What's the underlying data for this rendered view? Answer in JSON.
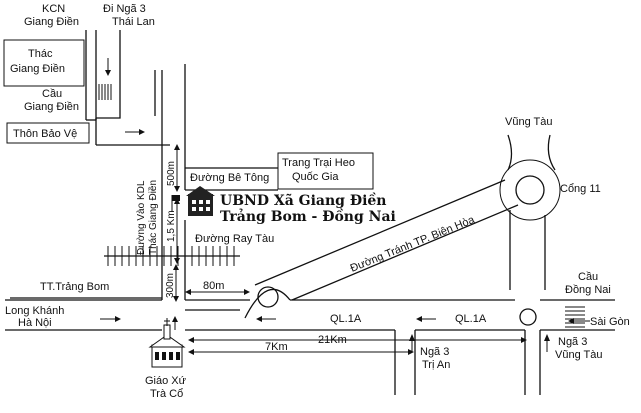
{
  "labels": {
    "kcn": "KCN",
    "kcn_giang_dien": "Giang Điền",
    "di_nga3": "Đi Ngã 3",
    "thai_lan": "Thái Lan",
    "thac": "Thác",
    "thac_giang_dien": "Giang Điền",
    "cau": "Cầu",
    "cau_giang_dien": "Giang Điền",
    "thon_bao_ve": "Thôn Bảo Vệ",
    "vung_tau_top": "Vũng Tàu",
    "trang_trai_1": "Trang Trại Heo",
    "trang_trai_2": "Quốc Gia",
    "duong_be_tong": "Đường Bê Tông",
    "dist_500m": "500m",
    "kdl_1": "Đường Vào KDL",
    "kdl_2": "Thác Giang Điền",
    "ubnd_1": "UBND Xã Giang Điền",
    "ubnd_2": "Trảng Bom - Đồng Nai",
    "cong_11": "Cổng 11",
    "dist_15km": "1,5 Km",
    "duong_ray_tau": "Đường Ray Tàu",
    "duong_tranh": "Đường Tránh TP. Biên Hòa",
    "tt_trang_bom": "TT.Trảng Bom",
    "dist_300m": "300m",
    "dist_80m": "80m",
    "cau_dong_nai_1": "Cầu",
    "cau_dong_nai_2": "Đồng Nai",
    "long_khanh": "Long Khánh",
    "ha_noi": "Hà Nội",
    "ql1a_left": "QL.1A",
    "ql1a_right": "QL.1A",
    "sai_gon": "Sài Gòn",
    "dist_21km": "21Km",
    "dist_7km": "7Km",
    "nga3_tri_an_1": "Ngã 3",
    "nga3_tri_an_2": "Trị An",
    "nga3_vung_tau_1": "Ngã 3",
    "nga3_vung_tau_2": "Vũng Tàu",
    "giao_xu_1": "Giáo Xứ",
    "giao_xu_2": "Trà Cổ"
  },
  "icons": {
    "ubnd": "building-icon",
    "church": "church-icon",
    "rail": "railway-icon",
    "bridge": "bridge-icon"
  },
  "colors": {
    "ink": "#111111",
    "background": "#ffffff"
  }
}
